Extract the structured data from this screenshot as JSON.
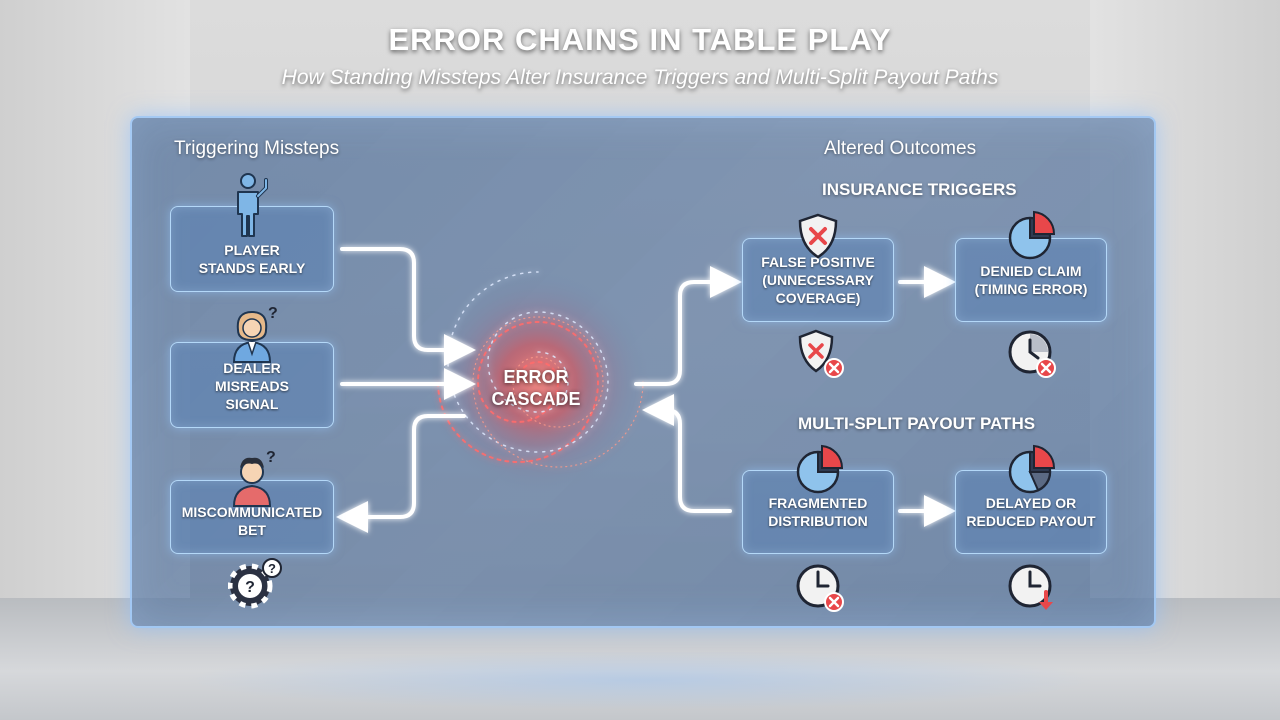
{
  "title": "ERROR CHAINS IN TABLE PLAY",
  "subtitle": "How Standing Missteps Alter Insurance Triggers and Multi-Split Payout Paths",
  "left_heading": "Triggering Missteps",
  "right_heading": "Altered Outcomes",
  "center": {
    "line1": "ERROR",
    "line2": "CASCADE"
  },
  "missteps": [
    {
      "line1": "PLAYER",
      "line2": "STANDS EARLY"
    },
    {
      "line1": "DEALER",
      "line2": "MISREADS",
      "line3": "SIGNAL"
    },
    {
      "line1": "MISCOMMUNICATED",
      "line2": "BET"
    }
  ],
  "insurance": {
    "heading": "INSURANCE TRIGGERS",
    "nodes": [
      {
        "line1": "FALSE POSITIVE",
        "line2": "(UNNECESSARY",
        "line3": "COVERAGE)"
      },
      {
        "line1": "DENIED CLAIM",
        "line2": "(TIMING ERROR)"
      }
    ]
  },
  "payout": {
    "heading": "MULTI-SPLIT PAYOUT PATHS",
    "nodes": [
      {
        "line1": "FRAGMENTED",
        "line2": "DISTRIBUTION"
      },
      {
        "line1": "DELAYED OR",
        "line2": "REDUCED PAYOUT"
      }
    ]
  },
  "icons": {
    "player": "standing-person-icon",
    "dealer": "confused-dealer-icon",
    "bettor": "confused-bettor-icon",
    "chip": "poker-chip-question-icon",
    "shield": "shield-x-icon",
    "pie": "pie-chart-icon",
    "clock": "clock-error-icon",
    "clock_down": "clock-down-icon"
  },
  "colors": {
    "accent": "#e8474a",
    "glow": "#bfe0ff",
    "panel": "#6a85a8"
  }
}
